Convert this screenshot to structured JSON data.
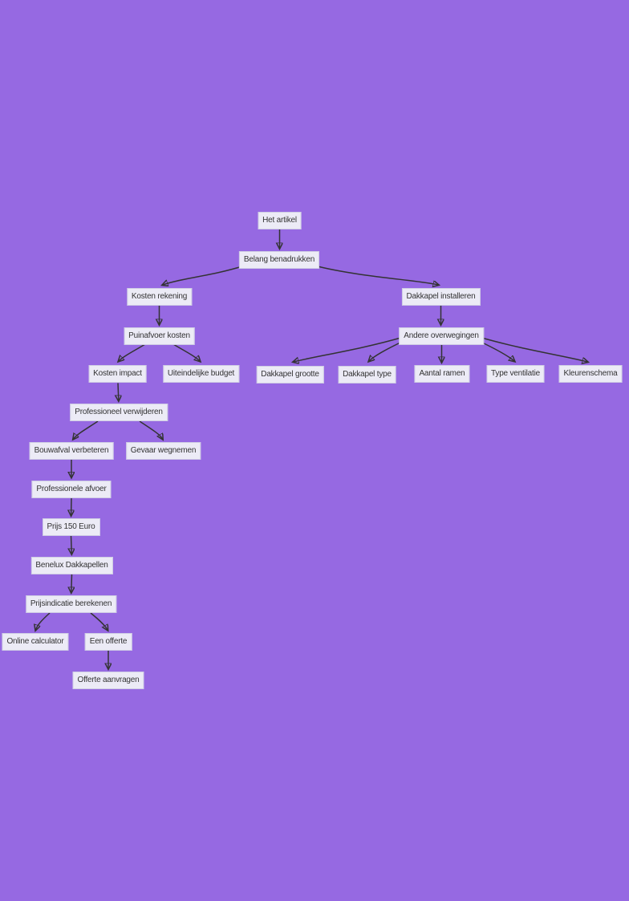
{
  "diagram": {
    "type": "flowchart-top-down",
    "colors": {
      "background": "#9669E2",
      "node_fill": "#ECEBF6",
      "node_border": "#CFCDE4",
      "node_text": "#333333",
      "edge": "#333333"
    }
  },
  "nodes": [
    {
      "id": "het-artikel",
      "label": "Het artikel"
    },
    {
      "id": "belang-benadrukken",
      "label": "Belang benadrukken"
    },
    {
      "id": "kosten-rekening",
      "label": "Kosten rekening"
    },
    {
      "id": "dakkapel-installeren",
      "label": "Dakkapel installeren"
    },
    {
      "id": "puinafvoer-kosten",
      "label": "Puinafvoer kosten"
    },
    {
      "id": "andere-overwegingen",
      "label": "Andere overwegingen"
    },
    {
      "id": "kosten-impact",
      "label": "Kosten impact"
    },
    {
      "id": "uiteindelijke-budget",
      "label": "Uiteindelijke budget"
    },
    {
      "id": "dakkapel-grootte",
      "label": "Dakkapel grootte"
    },
    {
      "id": "dakkapel-type",
      "label": "Dakkapel type"
    },
    {
      "id": "aantal-ramen",
      "label": "Aantal ramen"
    },
    {
      "id": "type-ventilatie",
      "label": "Type ventilatie"
    },
    {
      "id": "kleurenschema",
      "label": "Kleurenschema"
    },
    {
      "id": "professioneel-verwijderen",
      "label": "Professioneel verwijderen"
    },
    {
      "id": "bouwafval-verbeteren",
      "label": "Bouwafval verbeteren"
    },
    {
      "id": "gevaar-wegnemen",
      "label": "Gevaar wegnemen"
    },
    {
      "id": "professionele-afvoer",
      "label": "Professionele afvoer"
    },
    {
      "id": "prijs-150-euro",
      "label": "Prijs 150 Euro"
    },
    {
      "id": "benelux-dakkapellen",
      "label": "Benelux Dakkapellen"
    },
    {
      "id": "prijsindicatie-berekenen",
      "label": "Prijsindicatie berekenen"
    },
    {
      "id": "online-calculator",
      "label": "Online calculator"
    },
    {
      "id": "een-offerte",
      "label": "Een offerte"
    },
    {
      "id": "offerte-aanvragen",
      "label": "Offerte aanvragen"
    }
  ],
  "edges": [
    {
      "from": "het-artikel",
      "to": "belang-benadrukken"
    },
    {
      "from": "belang-benadrukken",
      "to": "kosten-rekening"
    },
    {
      "from": "belang-benadrukken",
      "to": "dakkapel-installeren"
    },
    {
      "from": "kosten-rekening",
      "to": "puinafvoer-kosten"
    },
    {
      "from": "puinafvoer-kosten",
      "to": "kosten-impact"
    },
    {
      "from": "puinafvoer-kosten",
      "to": "uiteindelijke-budget"
    },
    {
      "from": "dakkapel-installeren",
      "to": "andere-overwegingen"
    },
    {
      "from": "andere-overwegingen",
      "to": "dakkapel-grootte"
    },
    {
      "from": "andere-overwegingen",
      "to": "dakkapel-type"
    },
    {
      "from": "andere-overwegingen",
      "to": "aantal-ramen"
    },
    {
      "from": "andere-overwegingen",
      "to": "type-ventilatie"
    },
    {
      "from": "andere-overwegingen",
      "to": "kleurenschema"
    },
    {
      "from": "kosten-impact",
      "to": "professioneel-verwijderen"
    },
    {
      "from": "professioneel-verwijderen",
      "to": "bouwafval-verbeteren"
    },
    {
      "from": "professioneel-verwijderen",
      "to": "gevaar-wegnemen"
    },
    {
      "from": "bouwafval-verbeteren",
      "to": "professionele-afvoer"
    },
    {
      "from": "professionele-afvoer",
      "to": "prijs-150-euro"
    },
    {
      "from": "prijs-150-euro",
      "to": "benelux-dakkapellen"
    },
    {
      "from": "benelux-dakkapellen",
      "to": "prijsindicatie-berekenen"
    },
    {
      "from": "prijsindicatie-berekenen",
      "to": "online-calculator"
    },
    {
      "from": "prijsindicatie-berekenen",
      "to": "een-offerte"
    },
    {
      "from": "een-offerte",
      "to": "offerte-aanvragen"
    }
  ]
}
